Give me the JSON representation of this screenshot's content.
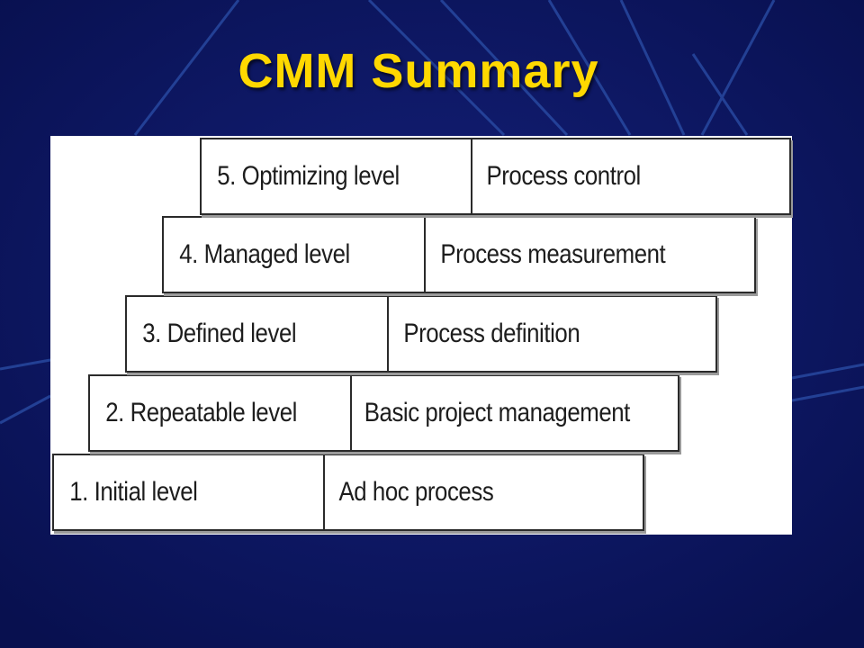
{
  "slide": {
    "title": "CMM Summary",
    "title_color": "#ffd800",
    "background_color": "#0c1565",
    "accent_line_color": "#2b4fa8"
  },
  "cmm_levels": [
    {
      "level": "1. Initial level",
      "focus": "Ad hoc process"
    },
    {
      "level": "2. Repeatable level",
      "focus": "Basic project management"
    },
    {
      "level": "3. Defined level",
      "focus": "Process definition"
    },
    {
      "level": "4. Managed level",
      "focus": "Process measurement"
    },
    {
      "level": "5. Optimizing level",
      "focus": "Process control"
    }
  ]
}
